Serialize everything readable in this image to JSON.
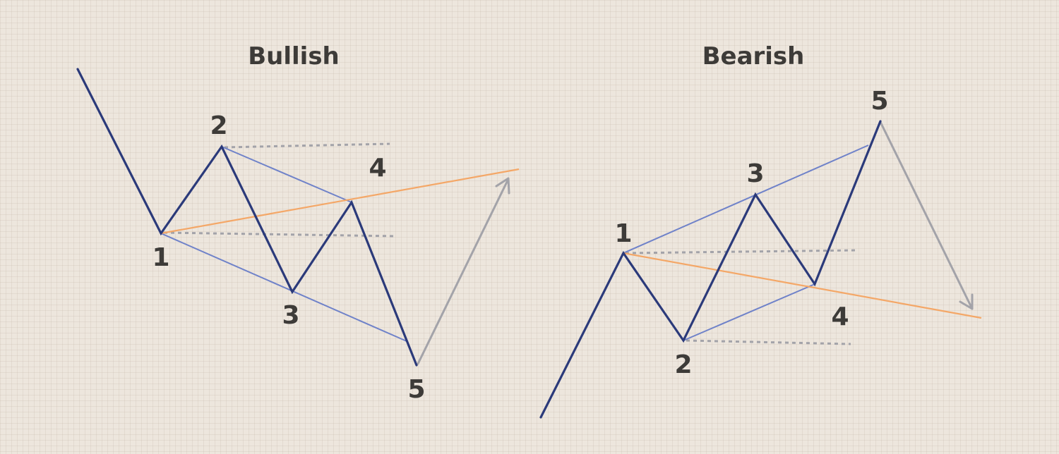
{
  "bullish": {
    "title": "Bullish",
    "labels": {
      "w1": "1",
      "w2": "2",
      "w3": "3",
      "w4": "4",
      "w5": "5"
    }
  },
  "bearish": {
    "title": "Bearish",
    "labels": {
      "w1": "1",
      "w2": "2",
      "w3": "3",
      "w4": "4",
      "w5": "5"
    }
  },
  "colors": {
    "wave": "#2b3a7a",
    "channel": "#6f82c9",
    "trendline": "#f4a767",
    "dotted": "#a3a3a9",
    "arrow": "#a3a3a9",
    "text": "#3d3b38",
    "background": "#ede6dd"
  }
}
